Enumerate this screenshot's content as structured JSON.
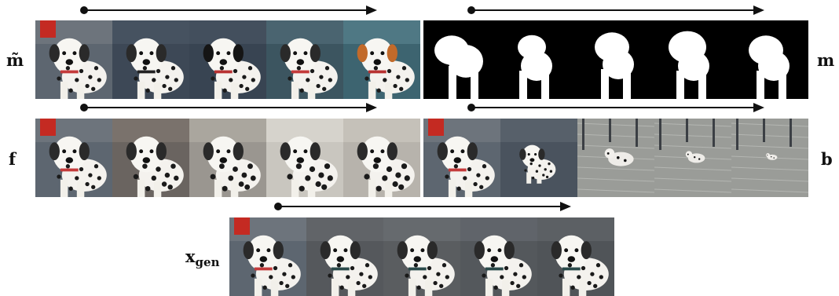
{
  "labels": {
    "m_tilde": "m̃",
    "m": "m",
    "f": "f",
    "b": "b",
    "x_gen_main": "x",
    "x_gen_sub": "gen"
  },
  "colors": {
    "background": "#ffffff",
    "arrow": "#111111",
    "mask_bg": "#000000",
    "mask_fg": "#ffffff",
    "scene_dark": "#3f4b57",
    "scene_light": "#9da09c"
  },
  "rows": [
    {
      "id": "m_tilde",
      "tiles": 5,
      "type": "dog"
    },
    {
      "id": "m",
      "tiles": 5,
      "type": "mask"
    },
    {
      "id": "f",
      "tiles": 5,
      "type": "dog-texture"
    },
    {
      "id": "b",
      "tiles": 5,
      "type": "background"
    },
    {
      "id": "x_gen",
      "tiles": 5,
      "type": "dog"
    }
  ]
}
